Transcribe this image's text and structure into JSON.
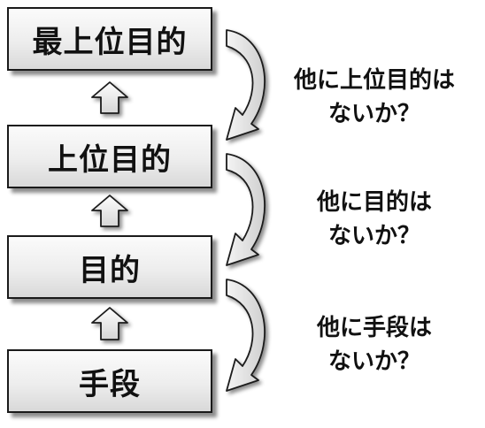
{
  "boxes": [
    {
      "label": "最上位目的"
    },
    {
      "label": "上位目的"
    },
    {
      "label": "目的"
    },
    {
      "label": "手段"
    }
  ],
  "questions": [
    {
      "line1": "他に上位目的は",
      "line2": "ないか？"
    },
    {
      "line1": "他に目的は",
      "line2": "ないか？"
    },
    {
      "line1": "他に手段は",
      "line2": "ないか？"
    }
  ],
  "colors": {
    "box_border": "#1a1a1a",
    "text": "#111111",
    "arrow_fill": "#ececec",
    "curve_fill": "#e0e0e0"
  },
  "icons": [
    "up-arrow-icon",
    "curved-arrow-icon"
  ]
}
